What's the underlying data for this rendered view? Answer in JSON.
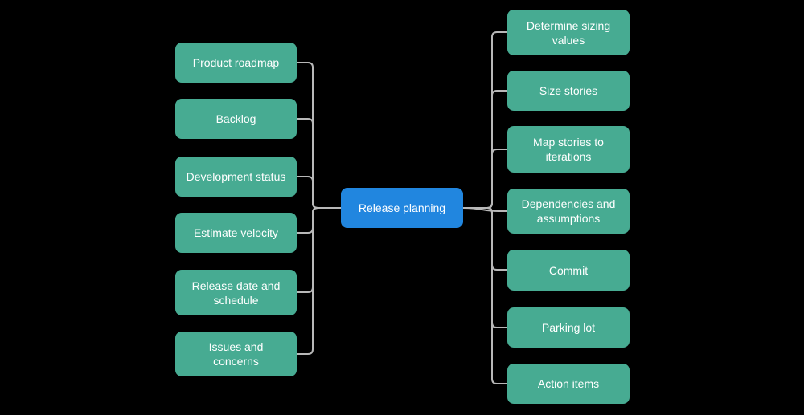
{
  "diagram": {
    "type": "mindmap",
    "root": {
      "label": "Release planning"
    },
    "left_branches": [
      {
        "label": "Product roadmap"
      },
      {
        "label": "Backlog"
      },
      {
        "label": "Development status"
      },
      {
        "label": "Estimate velocity"
      },
      {
        "label": "Release date and\nschedule"
      },
      {
        "label": "Issues and\nconcerns"
      }
    ],
    "right_branches": [
      {
        "label": "Determine sizing\nvalues"
      },
      {
        "label": "Size stories"
      },
      {
        "label": "Map stories to\niterations"
      },
      {
        "label": "Dependencies and\nassumptions"
      },
      {
        "label": "Commit"
      },
      {
        "label": "Parking lot"
      },
      {
        "label": "Action items"
      }
    ],
    "colors": {
      "branch_node": "#47AB92",
      "root_node": "#2186DF",
      "connector": "#B8B8B8",
      "text": "#FFFFFF",
      "background": "#000000"
    }
  }
}
